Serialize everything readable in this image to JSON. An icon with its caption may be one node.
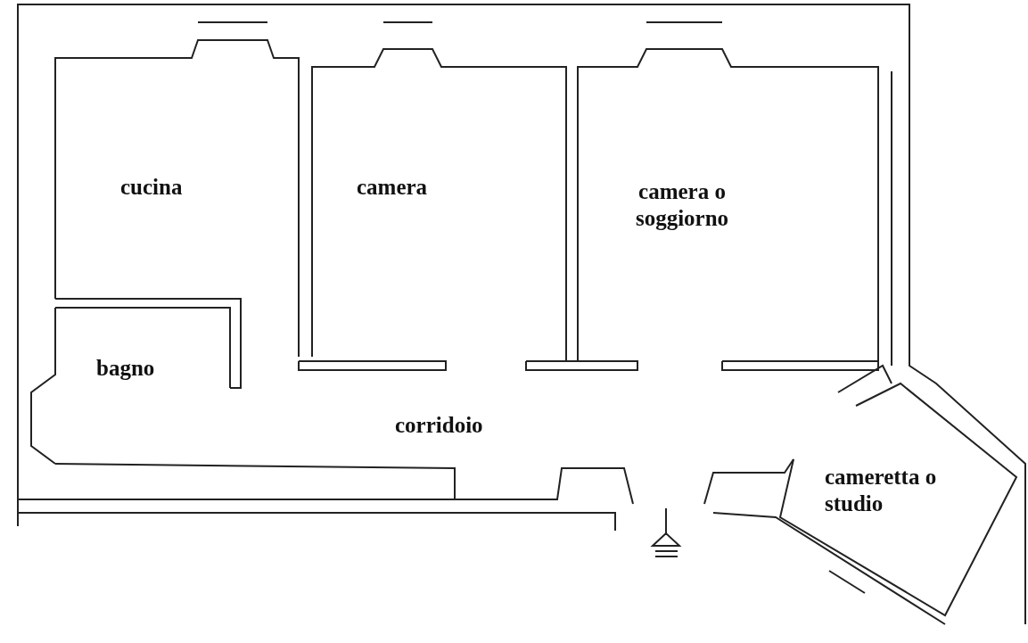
{
  "diagram": {
    "nodes": [
      {
        "text": [
          "cucina"
        ]
      },
      {
        "text": [
          "camera"
        ]
      },
      {
        "text": [
          "camera o soggiorno"
        ]
      },
      {
        "text": [
          "bagno"
        ]
      },
      {
        "text": [
          "corridoio"
        ]
      },
      {
        "text": [
          "cameretta o studio"
        ]
      }
    ]
  }
}
